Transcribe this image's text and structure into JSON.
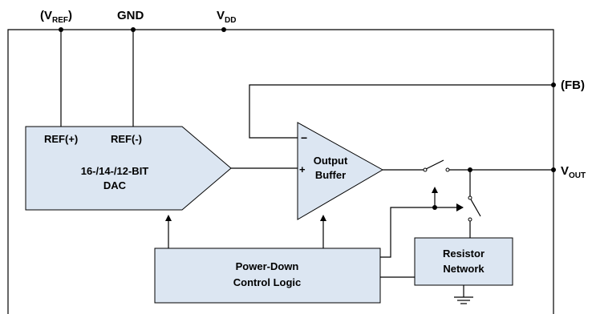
{
  "pins": {
    "vref": {
      "open": "(V",
      "sub": "REF",
      "close": ")"
    },
    "gnd": "GND",
    "vdd": {
      "main": "V",
      "sub": "DD"
    },
    "fb": "(FB)",
    "vout": {
      "main": "V",
      "sub": "OUT"
    }
  },
  "dac": {
    "ref_plus": "REF(+)",
    "ref_minus": "REF(-)",
    "line1": "16-/14-/12-BIT",
    "line2": "DAC"
  },
  "buffer": {
    "line1": "Output",
    "line2": "Buffer",
    "minus": "−",
    "plus": "+"
  },
  "powerdown": {
    "line1": "Power-Down",
    "line2": "Control Logic"
  },
  "resistor": {
    "line1": "Resistor",
    "line2": "Network"
  },
  "colors": {
    "block_fill": "#dce6f2",
    "line": "#000000"
  }
}
